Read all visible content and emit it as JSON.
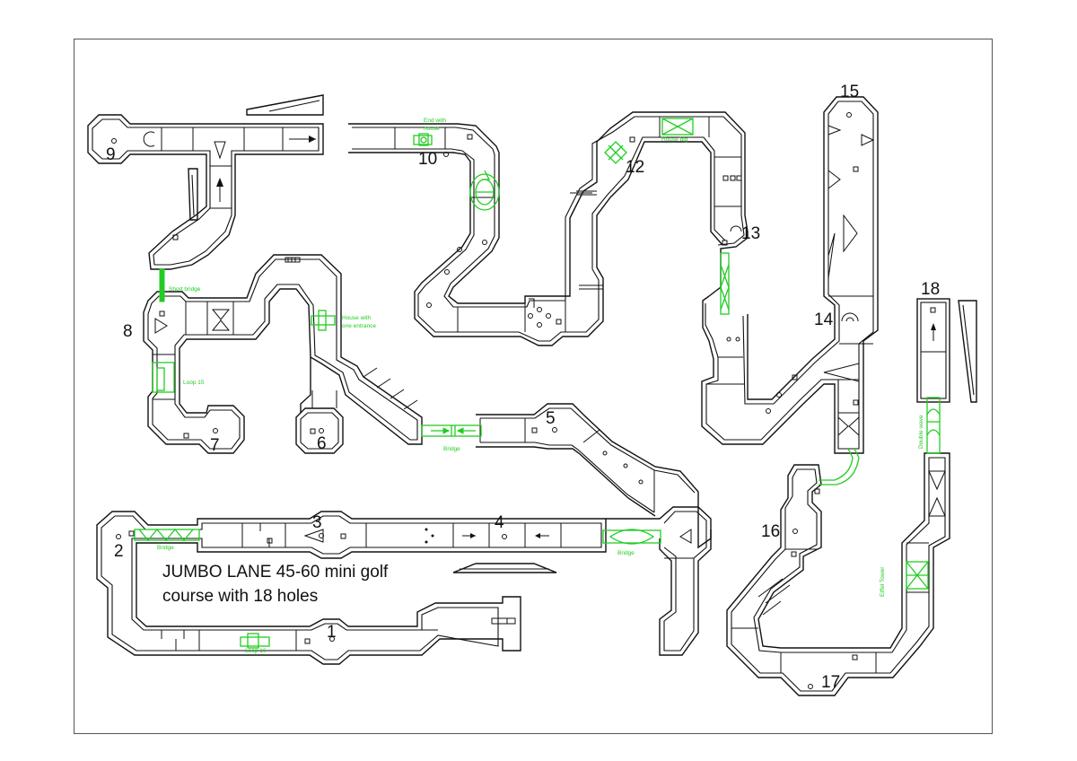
{
  "title": {
    "line1": "JUMBO LANE 45-60 mini golf",
    "line2": "course with 18 holes"
  },
  "holes": [
    "1",
    "2",
    "3",
    "4",
    "5",
    "6",
    "7",
    "8",
    "9",
    "10",
    "12",
    "13",
    "14",
    "15",
    "16",
    "17",
    "18"
  ],
  "labels": {
    "short_bridge": "Short bridge",
    "house_one_entrance_1": "House with",
    "house_one_entrance_2": "one entrance",
    "loop15": "Loop 15",
    "bridge_a": "Bridge",
    "bridge_b": "Bridge",
    "bridge_c": "Bridge",
    "loop10": "Loop 10",
    "end_house_1": "End with",
    "end_house_2": "house",
    "house_big": "House big",
    "double_wave": "Double wave",
    "eiffel_tower": "Eiffel Tower"
  },
  "colors": {
    "track": "#111111",
    "obstacle": "#22cc22",
    "frame": "#555555"
  }
}
